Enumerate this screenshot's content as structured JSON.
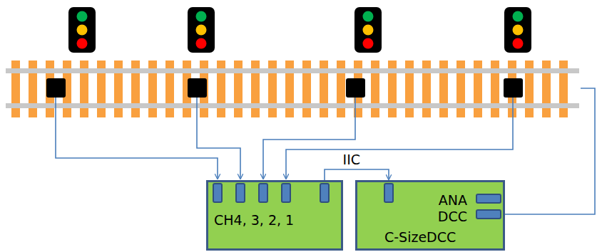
{
  "diagram": {
    "nodes": [
      {
        "text": [
          "CH4, 3, 2, 1"
        ]
      },
      {
        "text": [
          "ANA",
          "DCC",
          "C-SizeDCC"
        ]
      }
    ],
    "edges": [
      {
        "from": 0,
        "to": 1,
        "arrow": "to",
        "label": "IIC"
      }
    ]
  }
}
